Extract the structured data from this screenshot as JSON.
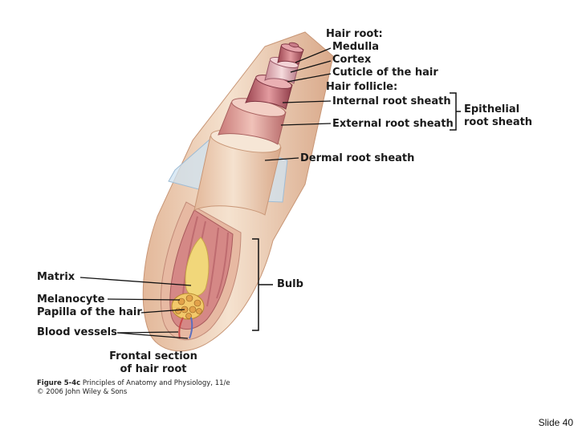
{
  "labels": {
    "hair_root_heading": "Hair root:",
    "medulla": "Medulla",
    "cortex": "Cortex",
    "cuticle": "Cuticle of the hair",
    "hair_follicle_heading": "Hair follicle:",
    "internal_root_sheath": "Internal root sheath",
    "external_root_sheath": "External root sheath",
    "epithelial_root_sheath_line1": "Epithelial",
    "epithelial_root_sheath_line2": "root sheath",
    "dermal_root_sheath": "Dermal root sheath",
    "matrix": "Matrix",
    "bulb": "Bulb",
    "melanocyte": "Melanocyte",
    "papilla": "Papilla of the hair",
    "blood_vessels": "Blood vessels",
    "frontal_section_line1": "Frontal section",
    "frontal_section_line2": "of hair root"
  },
  "caption": {
    "figure_id": "Figure 5-4c",
    "book": "Principles of Anatomy and Physiology, 11/e",
    "copyright": "© 2006 John Wiley & Sons"
  },
  "slide_number": "Slide 40",
  "colors": {
    "skin_outer": "#eacbb0",
    "dermal_sheath": "#f3ddc7",
    "external_sheath": "#d9928e",
    "internal_sheath": "#b7575e",
    "hair_core": "#e7b4b6",
    "matrix_yellow": "#f1d77a",
    "plane_blue": "#cfe3f2"
  }
}
